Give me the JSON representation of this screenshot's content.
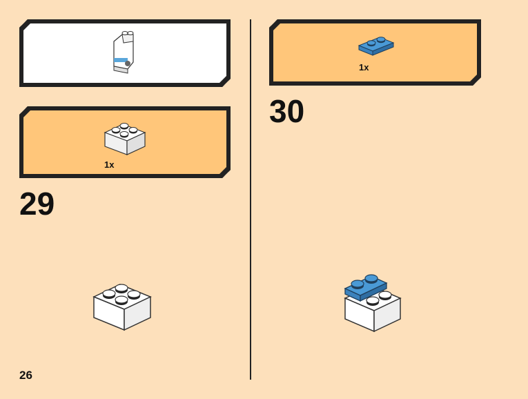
{
  "page": {
    "number": "26",
    "background": "#fde0bb",
    "panel_fill": "#ffc67a"
  },
  "left_column": {
    "submodel_preview": {
      "icon": "minifigure-torso-preview-icon"
    },
    "parts_box": {
      "quantity": "1x",
      "part_icon": "white-2x2-brick-icon"
    },
    "step": {
      "number": "29",
      "build_icon": "white-2x2-brick-build-icon"
    }
  },
  "right_column": {
    "parts_box": {
      "quantity": "1x",
      "part_icon": "blue-1x2-plate-icon"
    },
    "step": {
      "number": "30",
      "build_icon": "blue-plate-on-brick-build-icon"
    }
  }
}
